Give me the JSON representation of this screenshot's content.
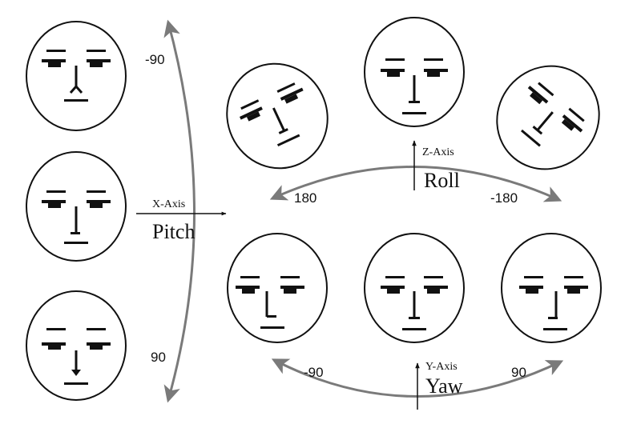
{
  "pitch": {
    "axis": "X-Axis",
    "name": "Pitch",
    "top_value": "-90",
    "bottom_value": "90"
  },
  "roll": {
    "axis": "Z-Axis",
    "name": "Roll",
    "left_value": "180",
    "right_value": "-180"
  },
  "yaw": {
    "axis": "Y-Axis",
    "name": "Yaw",
    "left_value": "-90",
    "right_value": "90"
  },
  "colors": {
    "outline": "#111111",
    "arrow": "#7a7a7a",
    "ink": "#000000"
  }
}
